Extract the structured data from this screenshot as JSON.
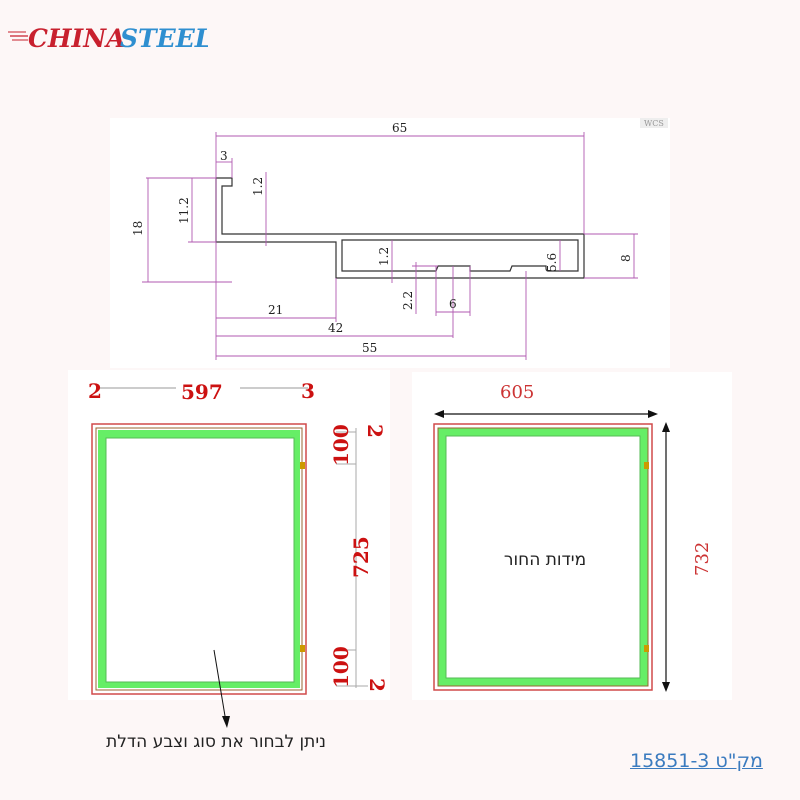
{
  "logo": {
    "word1": "CHINA",
    "word2": "STEEL",
    "word1_color": "#c8202e",
    "word2_color": "#2f8fd0"
  },
  "profile_drawing": {
    "watermark": "WCS",
    "dimension_color": "#b05ab0",
    "dimensions": {
      "overall_width": "65",
      "lip_width": "3",
      "lip_thickness": "1.2",
      "total_height": "18",
      "channel_height": "11.2",
      "wall_thickness": "1.2",
      "groove_depth": "2.2",
      "groove_width": "6",
      "inner_height": "5.6",
      "base_height": "8",
      "offset_21": "21",
      "offset_42": "42",
      "offset_55": "55"
    }
  },
  "door_frame": {
    "width": "597",
    "left_margin": "2",
    "right_margin": "3",
    "top_margin": "2",
    "top_hinge": "100",
    "height": "725",
    "bottom_hinge": "100",
    "bottom_margin": "2",
    "caption": "ניתן לבחור  את סוג וצבע הדלת",
    "colors": {
      "frame_green": "#66ee66",
      "outline_red": "#d04a4a",
      "dim_red": "#cc1111"
    }
  },
  "opening_frame": {
    "width": "605",
    "height": "732",
    "label": "מידות החור",
    "dim_color": "#cc3333"
  },
  "sku": {
    "text": "מק\"ט 15851-3"
  }
}
